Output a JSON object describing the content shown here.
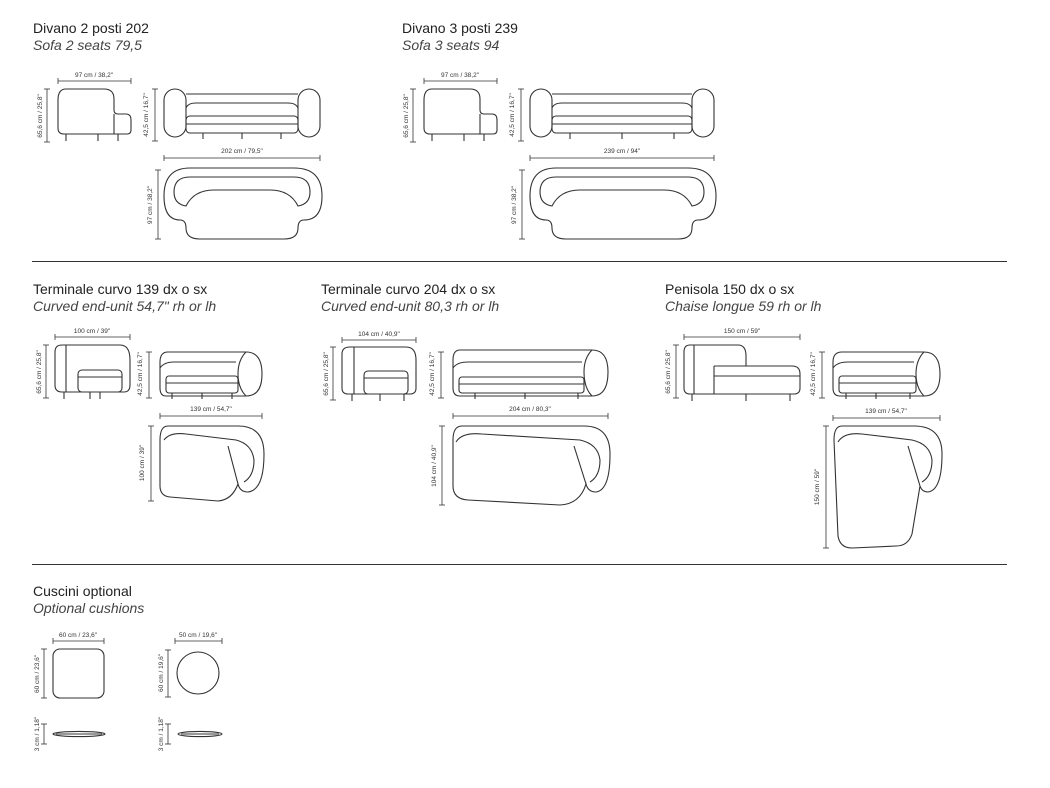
{
  "products": [
    {
      "it": "Divano 2 posti 202",
      "en": "Sofa 2 seats 79,5",
      "dims": {
        "side_w": "97 cm / 38,2\"",
        "side_h": "65,6 cm / 25,8\"",
        "front_h": "42,5 cm / 16,7\"",
        "front_w": "202 cm / 79,5\"",
        "top_h": "97 cm / 38,2\""
      }
    },
    {
      "it": "Divano 3 posti 239",
      "en": "Sofa 3 seats 94",
      "dims": {
        "side_w": "97 cm / 38,2\"",
        "side_h": "65,6 cm / 25,8\"",
        "front_h": "42,5 cm / 16,7\"",
        "front_w": "239 cm / 94\"",
        "top_h": "97 cm / 38,2\""
      }
    },
    {
      "it": "Terminale curvo 139 dx o sx",
      "en": "Curved end-unit 54,7\" rh or lh",
      "dims": {
        "side_w": "100 cm / 39\"",
        "side_h": "65,6 cm / 25,8\"",
        "front_h": "42,5 cm / 16,7\"",
        "front_w": "139 cm / 54,7\"",
        "top_h": "100 cm / 39\""
      }
    },
    {
      "it": "Terminale curvo 204 dx o sx",
      "en": "Curved end-unit 80,3 rh or lh",
      "dims": {
        "side_w": "104 cm / 40,9\"",
        "side_h": "65,6 cm / 25,8\"",
        "front_h": "42,5 cm / 16,7\"",
        "front_w": "204 cm / 80,3\"",
        "top_h": "104 cm / 40,9\""
      }
    },
    {
      "it": "Penisola 150 dx o sx",
      "en": "Chaise longue 59 rh or lh",
      "dims": {
        "side_w": "150 cm / 59\"",
        "side_h": "65,6 cm / 25,8\"",
        "front_h": "42,5 cm / 16,7\"",
        "front_w": "139 cm / 54,7\"",
        "top_h": "150 cm / 59\""
      }
    },
    {
      "it": "Cuscini optional",
      "en": "Optional cushions",
      "dims": {
        "sq_w": "60 cm / 23,6\"",
        "sq_h": "60 cm / 23,6\"",
        "sq_t": "3 cm / 1,18\"",
        "rd_w": "50 cm / 19,6\"",
        "rd_h": "60 cm / 19,6\"",
        "rd_t": "3 cm / 1,18\""
      }
    }
  ]
}
